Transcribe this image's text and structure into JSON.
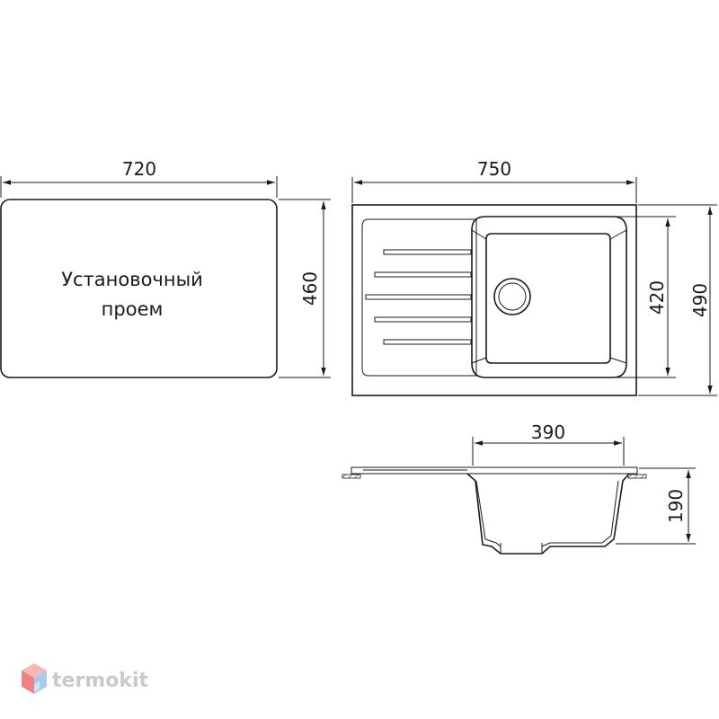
{
  "opening": {
    "width_label": "720",
    "height_label": "460",
    "caption_line1": "Установочный",
    "caption_line2": "проем"
  },
  "sink_top": {
    "width_label": "750",
    "bowl_height_label": "420",
    "total_height_label": "490"
  },
  "sink_side": {
    "bowl_width_label": "390",
    "depth_label": "190"
  },
  "watermark": {
    "text": "termokit",
    "logo_colors": [
      "#e85a5a",
      "#f5a0a0",
      "#8fb8e8",
      "#c9ddf5"
    ]
  }
}
